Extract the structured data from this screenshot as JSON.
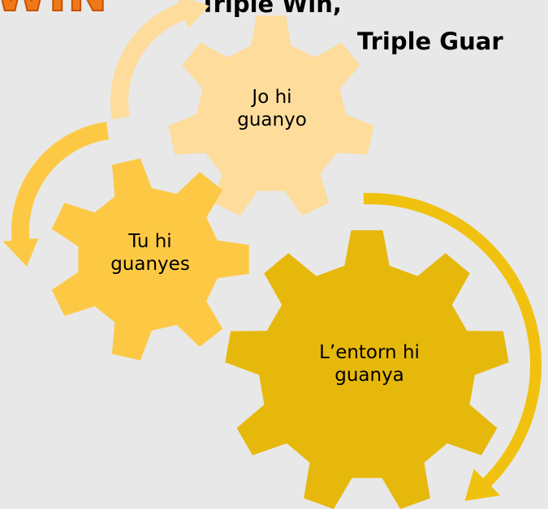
{
  "heading": {
    "line1": "Triple Win,",
    "line2": "Triple Guar",
    "logo_fragment": "WIN"
  },
  "gears": [
    {
      "id": "top",
      "line1": "Jo hi",
      "line2": "guanyo",
      "color": "#fddc9c"
    },
    {
      "id": "left",
      "line1": "Tu hi",
      "line2": "guanyes",
      "color": "#fdc945"
    },
    {
      "id": "big",
      "line1": "L’entorn hi",
      "line2": "guanya",
      "color": "#e6b80b"
    }
  ],
  "arrows": [
    {
      "name": "cycle-arrow-top",
      "color": "#fddc9c"
    },
    {
      "name": "cycle-arrow-left",
      "color": "#fdc945"
    },
    {
      "name": "cycle-arrow-right",
      "color": "#f0c20f"
    }
  ]
}
